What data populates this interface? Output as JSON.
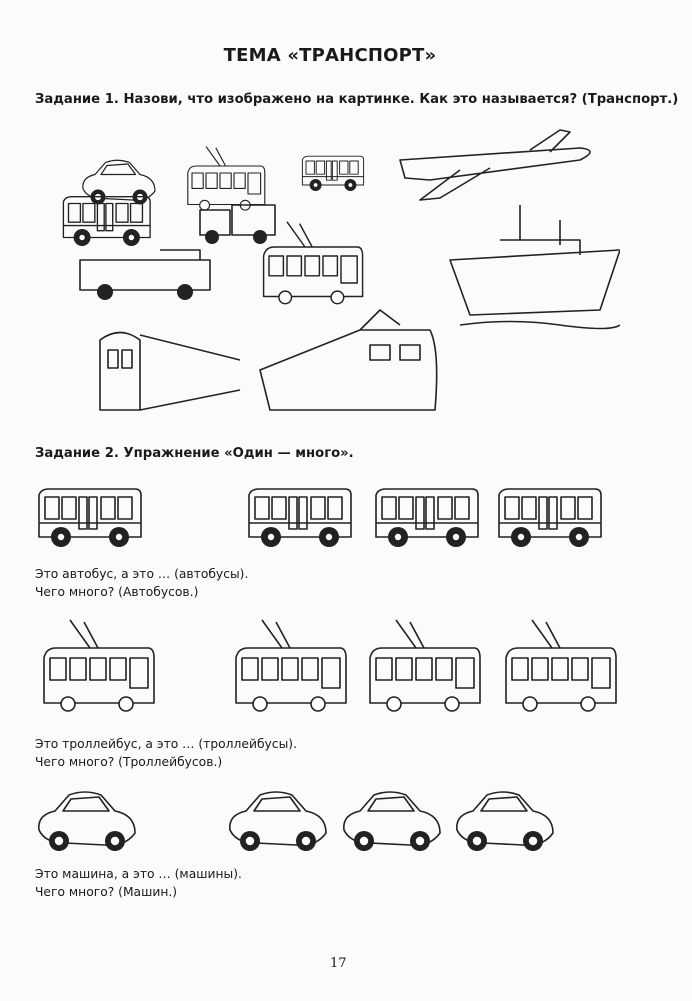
{
  "title": "ТЕМА «ТРАНСПОРТ»",
  "task1": {
    "heading": "Задание 1. Назови, что изображено на картинке. Как это называется? (Транспорт.)"
  },
  "task2": {
    "heading": "Задание 2. Упражнение «Один — много».",
    "bus": {
      "line1": "Это автобус, а это … (автобусы).",
      "line2": "Чего много? (Автобусов.)"
    },
    "trolleybus": {
      "line1": "Это троллейбус, а это … (троллейбусы).",
      "line2": "Чего много? (Троллейбусов.)"
    },
    "car": {
      "line1": "Это машина, а это … (машины).",
      "line2": "Чего много? (Машин.)"
    }
  },
  "page_number": "17"
}
